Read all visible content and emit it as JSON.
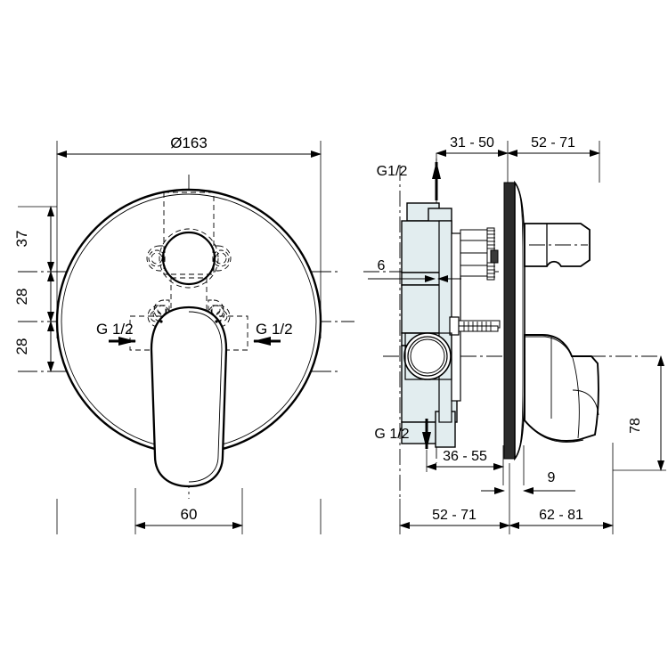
{
  "drawing": {
    "title": "Concealed single-lever bath/shower mixer - installation dimension drawing",
    "units": "mm",
    "background_color": "#ffffff",
    "line_color": "#000000",
    "section_fill_color": "#e2edef",
    "views": [
      {
        "name": "front-view",
        "label": ""
      },
      {
        "name": "side-section-view",
        "label": ""
      }
    ]
  },
  "front_view": {
    "diameter_label": "Ø163",
    "vertical_dims": [
      {
        "name": "dim-37",
        "label": "37"
      },
      {
        "name": "dim-28-upper",
        "label": "28"
      },
      {
        "name": "dim-28-lower",
        "label": "28"
      }
    ],
    "bottom_dim": "60",
    "port_left_label": "G 1/2",
    "port_right_label": "G 1/2"
  },
  "side_view": {
    "top_dims": [
      {
        "name": "dim-31-50",
        "label": "31 - 50"
      },
      {
        "name": "dim-52-71-top",
        "label": "52 - 71"
      }
    ],
    "inner_dim": "6",
    "inlet_top_label": "G1/2",
    "inlet_bottom_label": "G 1/2",
    "dim_36_55": "36 - 55",
    "dim_9": "9",
    "bottom_dims": [
      {
        "name": "dim-52-71-bottom",
        "label": "52 - 71"
      },
      {
        "name": "dim-62-81",
        "label": "62 - 81"
      }
    ],
    "height_dim": "78"
  }
}
